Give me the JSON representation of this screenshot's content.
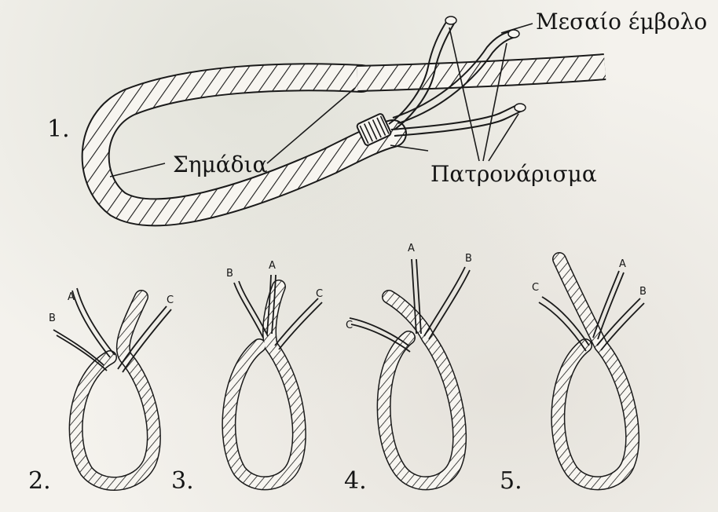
{
  "labels": {
    "middle_strand": "Μεσαίο έμβολο",
    "marks": "Σημάδια",
    "whipping": "Πατρονάρισμα"
  },
  "step_numbers": {
    "s1": "1.",
    "s2": "2.",
    "s3": "3.",
    "s4": "4.",
    "s5": "5."
  },
  "strand_letters": {
    "a": "A",
    "b": "B",
    "c": "C"
  },
  "colors": {
    "rope_fill": "#f6f4ef",
    "ink": "#1a1a1a"
  }
}
